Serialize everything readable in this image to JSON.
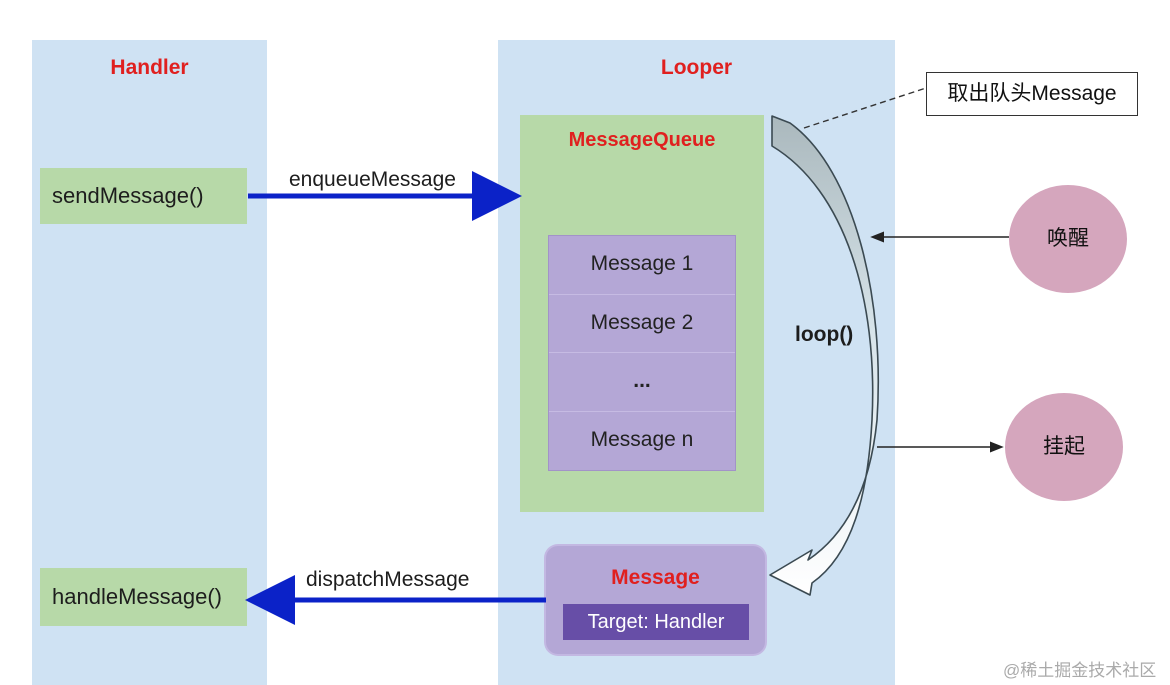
{
  "handler": {
    "title": "Handler",
    "send_method": "sendMessage()",
    "handle_method": "handleMessage()"
  },
  "looper": {
    "title": "Looper",
    "queue_title": "MessageQueue",
    "messages": [
      "Message 1",
      "Message 2",
      "...",
      "Message n"
    ],
    "message_card": {
      "title": "Message",
      "target": "Target: Handler"
    },
    "loop_label": "loop()"
  },
  "arrows": {
    "enqueue": "enqueueMessage",
    "dispatch": "dispatchMessage"
  },
  "callout": "取出队头Message",
  "states": {
    "wake": "唤醒",
    "suspend": "挂起"
  },
  "watermark": "@稀土掘金技术社区",
  "colors": {
    "panel": "#cfe2f3",
    "green_box": "#b7d9a8",
    "purple_box": "#b4a7d6",
    "target_box": "#674ea7",
    "circle": "#d5a6bd",
    "title_red": "#e0201f",
    "arrow_blue": "#0b22c8"
  }
}
